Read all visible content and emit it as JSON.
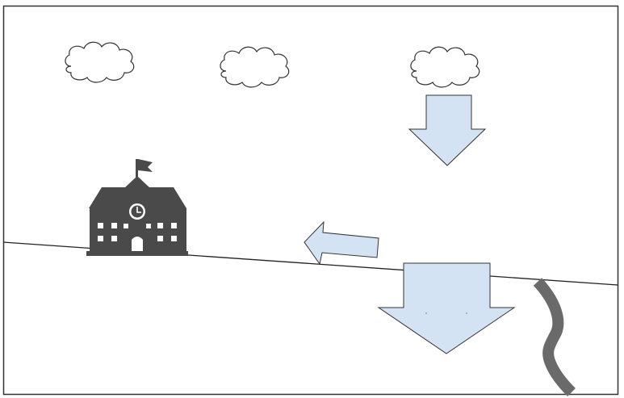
{
  "diagram": {
    "text": [],
    "elements": {
      "clouds": [
        "cloud-icon",
        "cloud-icon",
        "cloud-icon"
      ],
      "arrows": [
        {
          "name": "arrow-down-from-cloud",
          "direction": "down"
        },
        {
          "name": "arrow-left-surface-flow",
          "direction": "left"
        },
        {
          "name": "arrow-down-infiltration",
          "direction": "down"
        }
      ],
      "building": "school-building-icon",
      "ground": "ground-slope-line",
      "channel": "stream-channel"
    },
    "colors": {
      "frame": "#333333",
      "cloud_fill": "#ffffff",
      "cloud_stroke": "#333333",
      "arrow_fill": "#d4e3f3",
      "arrow_stroke": "#333333",
      "building_fill": "#4a4a4a",
      "ground_line": "#222222",
      "stream": "#6a6a6a"
    }
  }
}
